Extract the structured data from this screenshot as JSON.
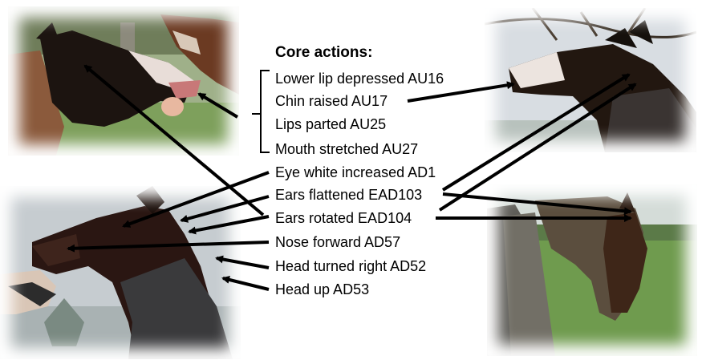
{
  "core_heading": "Core actions:",
  "core_actions": [
    "Lower lip depressed AU16",
    "Chin raised AU17",
    "Lips parted AU25",
    "Mouth stretched AU27"
  ],
  "other_actions": [
    "Eye white increased AD1",
    "Ears flattened EAD103",
    "Ears rotated EAD104",
    "Nose forward AD57",
    "Head turned right AD52",
    "Head up AD53"
  ]
}
